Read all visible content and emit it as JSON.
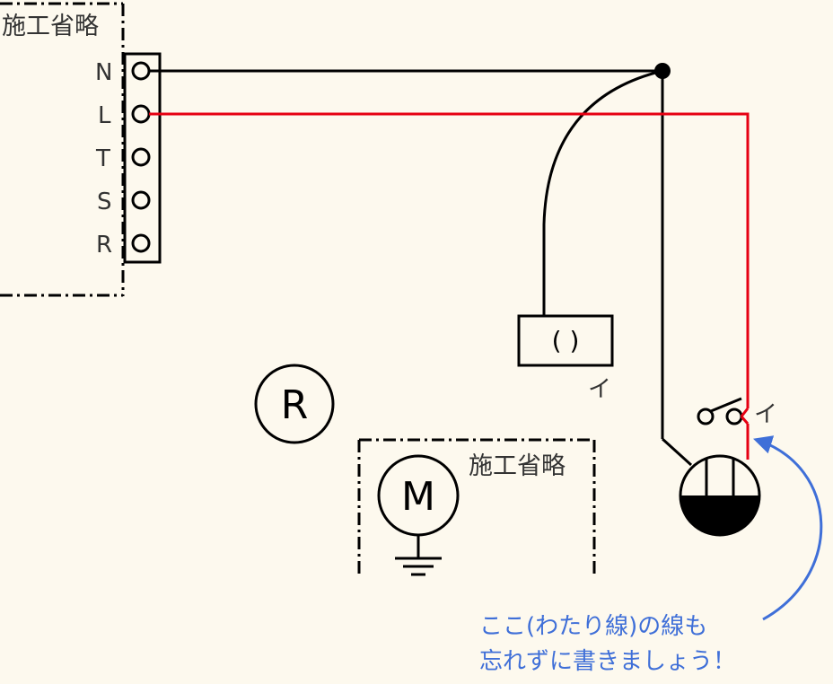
{
  "panel": {
    "omission_label": "施工省略",
    "terminals": [
      "N",
      "L",
      "T",
      "S",
      "R"
    ]
  },
  "socket_box": {
    "label": "( )",
    "sublabel": "イ"
  },
  "switch": {
    "sublabel": "イ"
  },
  "relay_symbol": {
    "label": "R"
  },
  "motor_block": {
    "omission_label": "施工省略",
    "motor_label": "M"
  },
  "note": {
    "line1": "ここ(わたり線)の線も",
    "line2": "忘れずに書きましょう！"
  },
  "colors": {
    "background": "#fdf9ee",
    "wire_black": "#000000",
    "wire_red": "#e60012",
    "note_blue": "#3f6fd8"
  }
}
